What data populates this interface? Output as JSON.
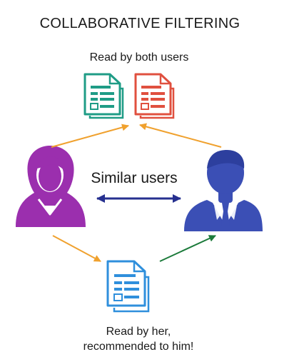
{
  "diagram": {
    "title": "COLLABORATIVE FILTERING",
    "top_label": "Read by both users",
    "middle_label": "Similar users",
    "bottom_label_line1": "Read by her,",
    "bottom_label_line2": "recommended to him!",
    "colors": {
      "woman": "#9b2fae",
      "man": "#3b4fb5",
      "doc_teal": "#1f9c86",
      "doc_red": "#e0503f",
      "doc_blue": "#2f8fdc",
      "arrow_orange": "#f0a12e",
      "arrow_navy": "#26308f",
      "arrow_green": "#1b7a3a"
    },
    "icons": [
      "woman-user-icon",
      "man-user-icon",
      "document-icon"
    ]
  }
}
